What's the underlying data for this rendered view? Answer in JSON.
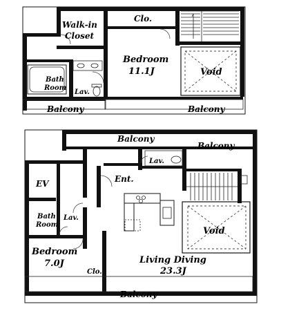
{
  "upper_floor": {
    "walk_in_closet": [
      "Walk-in",
      "Closet"
    ],
    "closet": "Clo.",
    "bedroom": [
      "Bedroom",
      "11.1J"
    ],
    "bath_room": [
      "Bath",
      "Room"
    ],
    "lavatory": "Lav.",
    "void": "Void",
    "balcony_left": "Balcony",
    "balcony_right": "Balcony"
  },
  "lower_floor": {
    "balcony_top_left": "Balcony",
    "balcony_top_right": "Balcony",
    "lavatory_toilet": "Lav.",
    "elevator": "EV",
    "entrance": "Ent.",
    "bath_room": [
      "Bath",
      "Room"
    ],
    "lavatory": "Lav.",
    "void": "Void",
    "bedroom": [
      "Bedroom",
      "7.0J"
    ],
    "closet": "Clo.",
    "living_dining": [
      "Living Diving",
      "23.3J"
    ],
    "balcony_bottom": "Balcony"
  }
}
